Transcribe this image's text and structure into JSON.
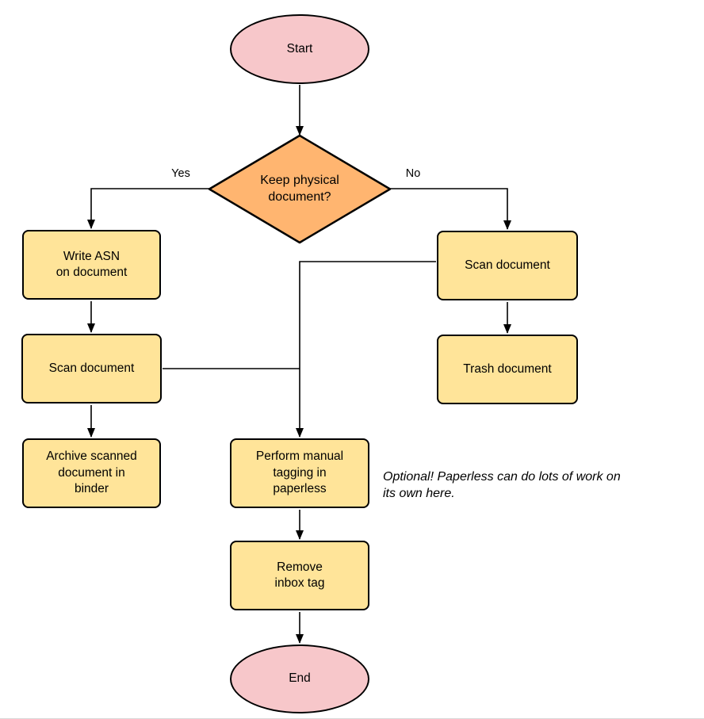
{
  "colors": {
    "terminal-fill": "#f7c7ca",
    "decision-fill": "#ffb570",
    "process-fill": "#ffe499",
    "stroke": "#000000"
  },
  "nodes": {
    "start": "Start",
    "decision": "Keep physical\ndocument?",
    "write_asn": "Write ASN\non document",
    "scan_right": "Scan document",
    "trash": "Trash document",
    "scan_left": "Scan document",
    "archive": "Archive scanned\ndocument in\nbinder",
    "tagging": "Perform manual\ntagging in\npaperless",
    "remove_inbox": "Remove\ninbox tag",
    "end": "End"
  },
  "edge_labels": {
    "yes": "Yes",
    "no": "No"
  },
  "annotation": "Optional! Paperless can do lots of work on\nits own here."
}
